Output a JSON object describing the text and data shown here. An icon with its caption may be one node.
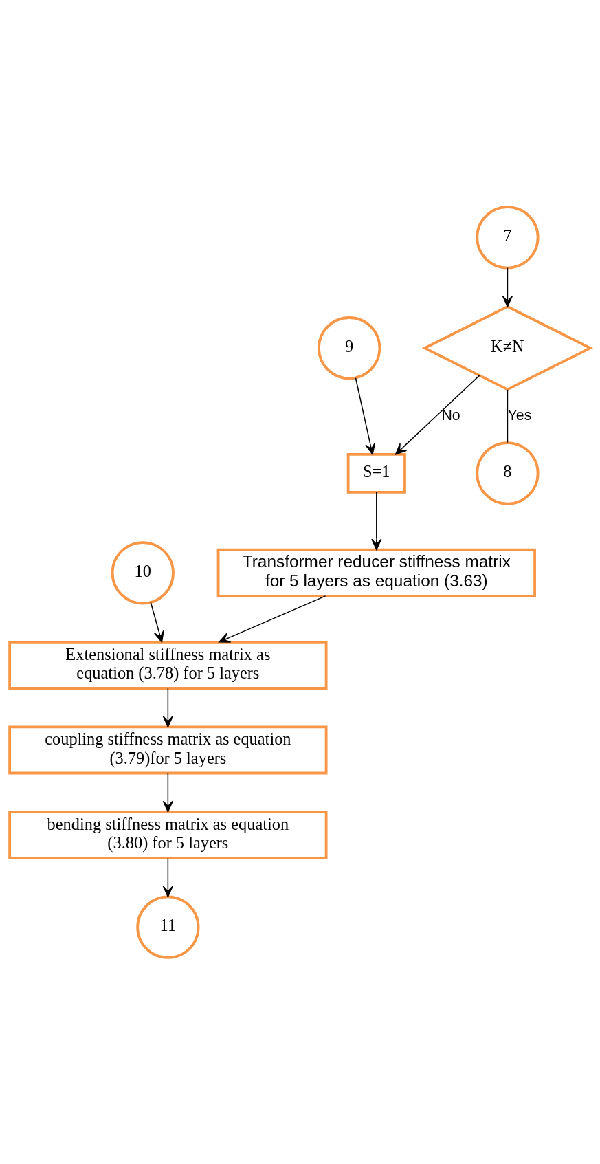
{
  "diagram": {
    "nodes": [
      {
        "text": [
          "8"
        ]
      },
      {
        "text": [
          "7"
        ]
      },
      {
        "text": [
          "K≠N"
        ]
      },
      {
        "text": [
          "S=1"
        ]
      },
      {
        "text": [
          "Transformer reducer stiffness matrix for 5 layers as equation (3.63)"
        ]
      },
      {
        "text": [
          "9"
        ]
      },
      {
        "text": [
          "Extensional stiffness matrix as equation (3.78) for 5 layers"
        ]
      },
      {
        "text": [
          "10"
        ]
      },
      {
        "text": [
          "coupling stiffness matrix as equation (3.79)for 5 layers"
        ]
      },
      {
        "text": [
          "bending stiffness matrix as equation (3.80) for 5 layers"
        ]
      },
      {
        "text": [
          "11"
        ]
      }
    ],
    "edges": [
      {
        "from": 1,
        "to": 2,
        "arrow": "to"
      },
      {
        "from": 2,
        "to": 0,
        "arrow": "none",
        "label": "Yes"
      },
      {
        "from": 2,
        "to": 3,
        "arrow": "to",
        "label": "No"
      },
      {
        "from": 5,
        "to": 3,
        "arrow": "to"
      },
      {
        "from": 3,
        "to": 4,
        "arrow": "to"
      },
      {
        "from": 4,
        "to": 6,
        "arrow": "to"
      },
      {
        "from": 7,
        "to": 6,
        "arrow": "to"
      },
      {
        "from": 6,
        "to": 8,
        "arrow": "to"
      },
      {
        "from": 8,
        "to": 9,
        "arrow": "to"
      },
      {
        "from": 9,
        "to": 10,
        "arrow": "to"
      }
    ]
  }
}
